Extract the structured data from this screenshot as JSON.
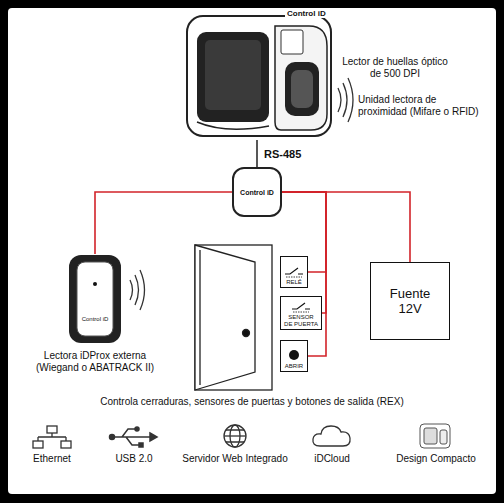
{
  "diagram": {
    "caption": "Controla cerraduras, sensores de puertas y botones de salida (REX)",
    "nodes": [
      {
        "text": [
          "Control iD"
        ]
      },
      {
        "text": [
          "Control iD"
        ]
      },
      {
        "text": [
          "Control iD",
          "Lectora iDProx externa (Wiegand o ABATRACK II)"
        ]
      },
      {
        "text": [
          "RELÉ"
        ]
      },
      {
        "text": [
          "SENSOR DE PUERTA"
        ]
      },
      {
        "text": [
          "ABRIR"
        ]
      },
      {
        "text": [
          "Fuente 12V"
        ]
      }
    ],
    "edges": [
      {
        "from": 0,
        "to": 1,
        "arrow": "none",
        "label": "RS-485"
      },
      {
        "from": 1,
        "to": 2,
        "arrow": "none"
      },
      {
        "from": 1,
        "to": 3,
        "arrow": "none"
      },
      {
        "from": 1,
        "to": 4,
        "arrow": "none"
      },
      {
        "from": 1,
        "to": 5,
        "arrow": "none"
      },
      {
        "from": 1,
        "to": 6,
        "arrow": "none"
      }
    ],
    "labels": [
      "Lector de huellas óptico de 500 DPI",
      "Unidad lectora de proximidad (Mifare o RFID)",
      "Ethernet",
      "USB 2.0",
      "Servidor Web Integrado",
      "iDCloud",
      "Design Compacto"
    ]
  }
}
